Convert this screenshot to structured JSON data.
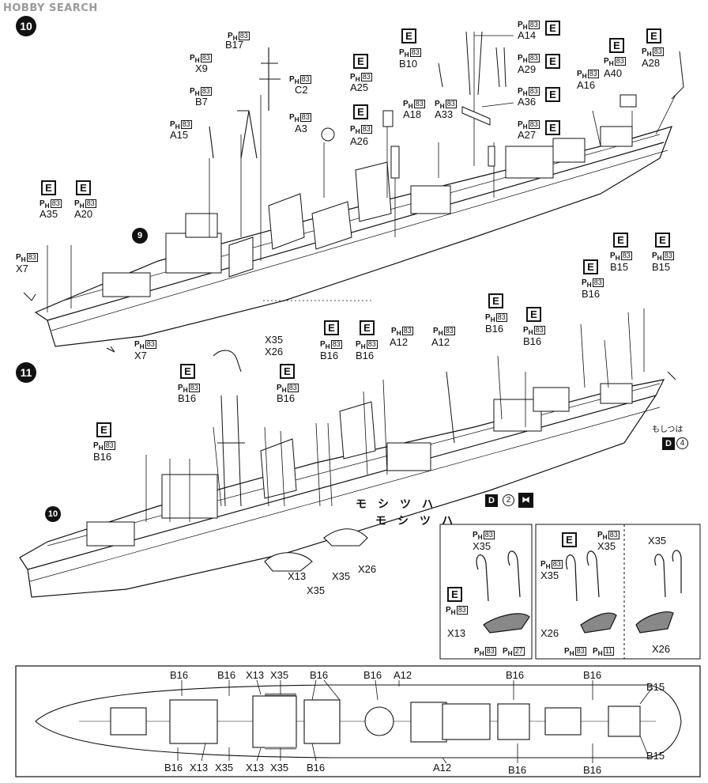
{
  "watermark": "HOBBY SEARCH",
  "steps": {
    "s10": "10",
    "s11": "11",
    "ship9": "9",
    "ship10": "10"
  },
  "ph_prefix": "P",
  "ph_sub": "H",
  "part_codes": {
    "n83": "83",
    "n27": "27",
    "n11": "11"
  },
  "e_mark": "E",
  "step10_labels": {
    "B17": "B17",
    "X9": "X9",
    "B7": "B7",
    "A15": "A15",
    "C2": "C2",
    "A3": "A3",
    "A25": "A25",
    "A26": "A26",
    "A18": "A18",
    "A33": "A33",
    "B10": "B10",
    "A14": "A14",
    "A29": "A29",
    "A36": "A36",
    "A27": "A27",
    "A16": "A16",
    "A40": "A40",
    "A28": "A28",
    "A35": "A35",
    "A20": "A20",
    "X7a": "X7",
    "X7b": "X7"
  },
  "step11_labels": {
    "X35": "X35",
    "X26": "X26",
    "B16": "B16",
    "A12": "A12",
    "B15": "B15",
    "X13": "X13"
  },
  "moshi_text": {
    "upper": "モシツハ",
    "lower": "モシツハ",
    "side_caption": "もしつは"
  },
  "decal_refs": {
    "d_letter": "D",
    "num2": "2",
    "num4": "4"
  },
  "plan_view_labels": {
    "top": [
      "B16",
      "B16",
      "X13",
      "X35",
      "B16",
      "B16",
      "A12",
      "B16",
      "B16",
      "B15"
    ],
    "bottom": [
      "B16",
      "X13",
      "X35",
      "X13",
      "X35",
      "B16",
      "A12",
      "B16",
      "B16",
      "B15"
    ]
  },
  "colors": {
    "ink": "#111111",
    "paper": "#ffffff",
    "gray_hull": "#9a9a9a",
    "watermark": "#9a9a9a"
  }
}
